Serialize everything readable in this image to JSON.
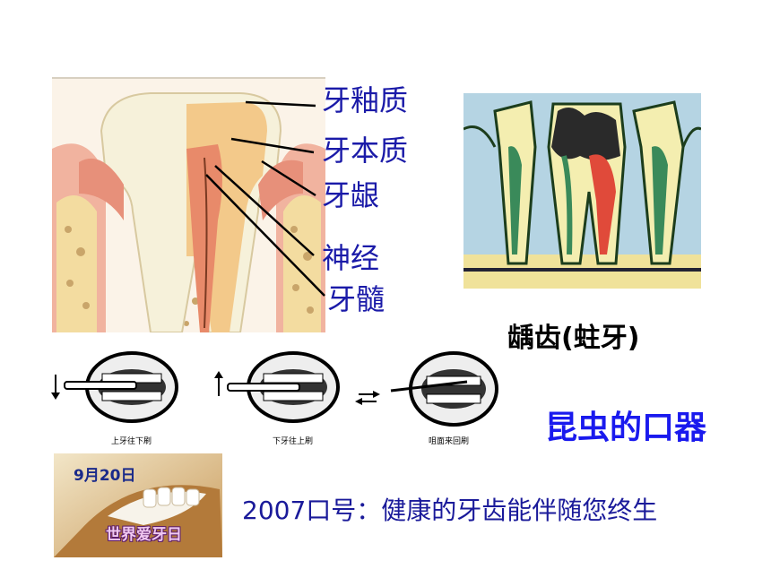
{
  "tooth_diagram": {
    "labels": [
      "牙釉质",
      "牙本质",
      "牙龈",
      "神经",
      "牙髓"
    ]
  },
  "caries": {
    "caption": "龋齿(蛀牙)"
  },
  "brushing": {
    "steps": [
      "上牙往下刷",
      "下牙往上刷",
      "咀面来回刷"
    ]
  },
  "insect_title": "昆虫的口器",
  "badge": {
    "date": "9月20日",
    "name": "世界爱牙日"
  },
  "slogan": "2007口号：健康的牙齿能伴随您终生"
}
